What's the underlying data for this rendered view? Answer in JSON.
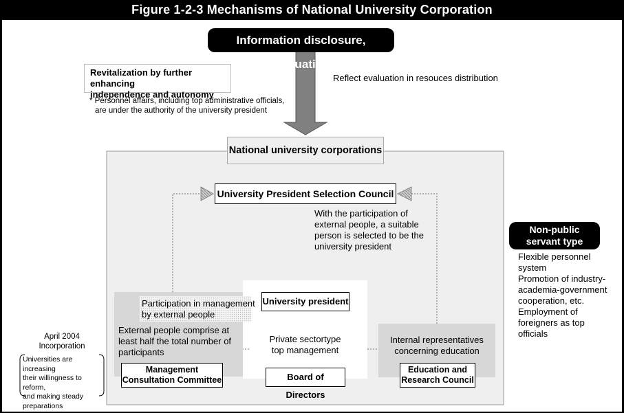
{
  "title": "Figure 1-2-3  Mechanisms of National University Corporation",
  "top_pill": "Information disclosure, evaluation",
  "revitalization": {
    "line1": "Revitalization by further enhancing",
    "line2": "independence and autonomy"
  },
  "note": {
    "line1": "* Personnel affairs, including top administrative officials,",
    "line2": "are under the authority of the university president"
  },
  "reflect": "Reflect evaluation in resouces distribution",
  "corporations": "National university corporations",
  "selection_council": "University President Selection Council",
  "participation_note": {
    "line1": "With the participation of",
    "line2": "external people, a suitable",
    "line3": "person is selected to be the",
    "line4": "university president"
  },
  "participation_mgmt": {
    "line1": "Participation in management",
    "line2": "by external people"
  },
  "external_half": {
    "line1": "External people comprise at",
    "line2": "least half the total number of",
    "line3": "participants"
  },
  "management_committee": {
    "line1": "Management",
    "line2": "Consultation Committee"
  },
  "president": "University president",
  "private_sector": {
    "line1": "Private sectortype",
    "line2": "top management"
  },
  "board": "Board of Directors",
  "internal_reps": {
    "line1": "Internal representatives",
    "line2": "concerning education"
  },
  "education_council": {
    "line1": "Education and",
    "line2": "Research Council"
  },
  "non_public": {
    "line1": "Non-public",
    "line2": "servant type"
  },
  "non_public_list": {
    "l1": "Flexible personnel",
    "l2": "system",
    "l3": "Promotion of industry-",
    "l4": "academia-government",
    "l5": "cooperation, etc.",
    "l6": "Employment of",
    "l7": "foreigners as top",
    "l8": "officials"
  },
  "april": {
    "line1": "April 2004",
    "line2": "Incorporation"
  },
  "universities_note": {
    "l1": "Universities are increasing",
    "l2": "their willingness to reform,",
    "l3": "and making steady",
    "l4": "preparations"
  },
  "colors": {
    "background_frame": "#000000",
    "canvas": "#ffffff",
    "corp_panel": "#efefef",
    "side_panel": "#d7d7d7",
    "arrow": "#808080"
  }
}
